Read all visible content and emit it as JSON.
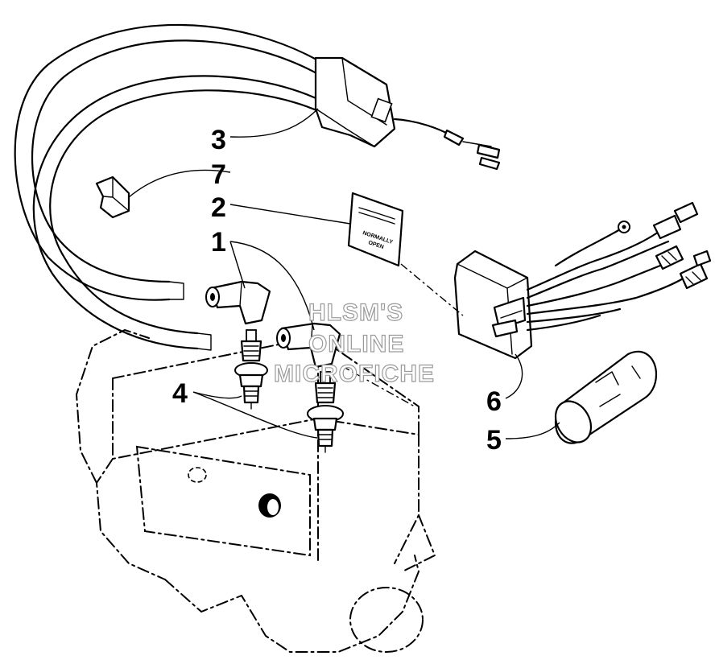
{
  "callouts": {
    "c1": "1",
    "c2": "2",
    "c3": "3",
    "c4": "4",
    "c5": "5",
    "c6": "6",
    "c7": "7"
  },
  "decal": {
    "line1": "NORMALLY",
    "line2": "OPEN"
  },
  "watermark": {
    "line1": "HLSM'S",
    "line2": "ONLINE",
    "line3": "MICROFICHE"
  }
}
